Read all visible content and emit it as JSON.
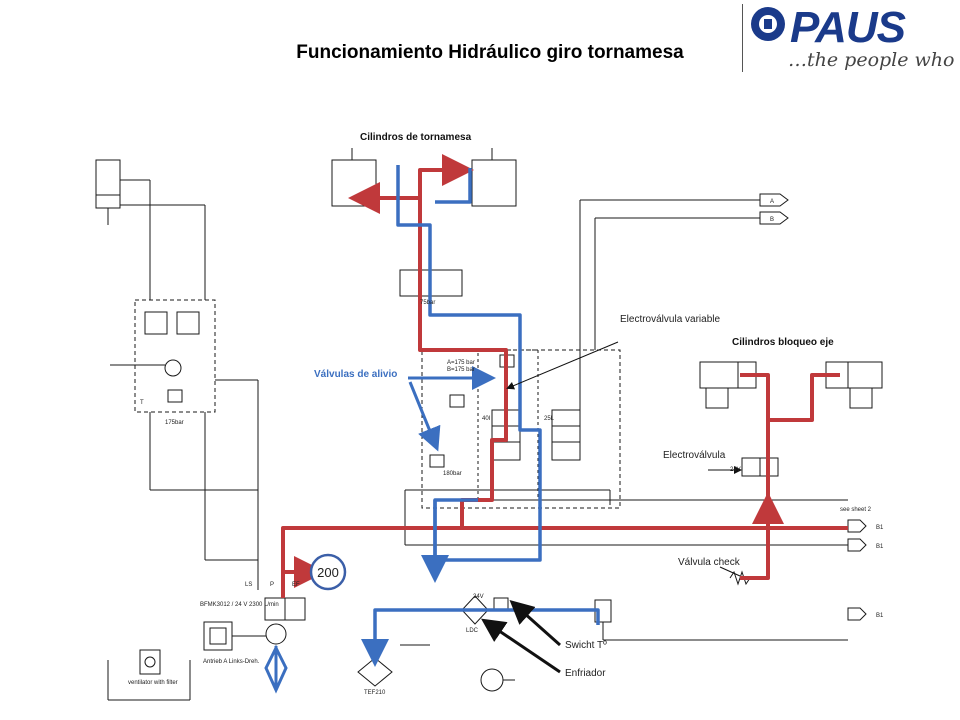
{
  "slide": {
    "title": "Funcionamiento Hidráulico giro tornamesa"
  },
  "logo": {
    "name": "PAUS",
    "tagline": "…the people who care",
    "brand_color": "#1a3a8a"
  },
  "labels": {
    "cilindros_tornamesa": "Cilindros  de tornamesa",
    "cilindros_bloqueo": "Cilindros  bloqueo  eje",
    "electrovalvula_variable": "Electroválvula variable",
    "valvulas_alivio": "Válvulas de alivio",
    "electrovalvula": "Electroválvula",
    "valvula_check": "Válvula check",
    "switch_temp": "Swicht Tº",
    "enfriador": "Enfriador",
    "pressure_badge": "200"
  },
  "schematic_text": {
    "pressure_a": "A=175 bar",
    "pressure_b": "B=175 bar",
    "relief_left": "175bar",
    "relief_mid": "180bar",
    "valve_40": "40I",
    "valve_25": "25L",
    "cylinder_valve": "75bar",
    "port_a": "A",
    "port_b": "B",
    "b1": "B1",
    "see_sheet": "see sheet 2",
    "filter": "TEF210",
    "pump_note": "Antrieb A\nLinks-Dreh.",
    "ventilator": "ventilator with filter",
    "pump_model": "BFMK3012 / 24 V 2300 L/min",
    "ldc": "LDC",
    "v24a": "24V",
    "v24b": "24V",
    "ls": "LS",
    "ef": "EF",
    "p": "P",
    "t": "T"
  },
  "colors": {
    "pressure_line": "#c0393b",
    "return_line": "#3b6fc0",
    "schematic": "#1a1a1a",
    "badge_border": "#3b5fa8",
    "callout_blue": "#3b6fc0"
  }
}
